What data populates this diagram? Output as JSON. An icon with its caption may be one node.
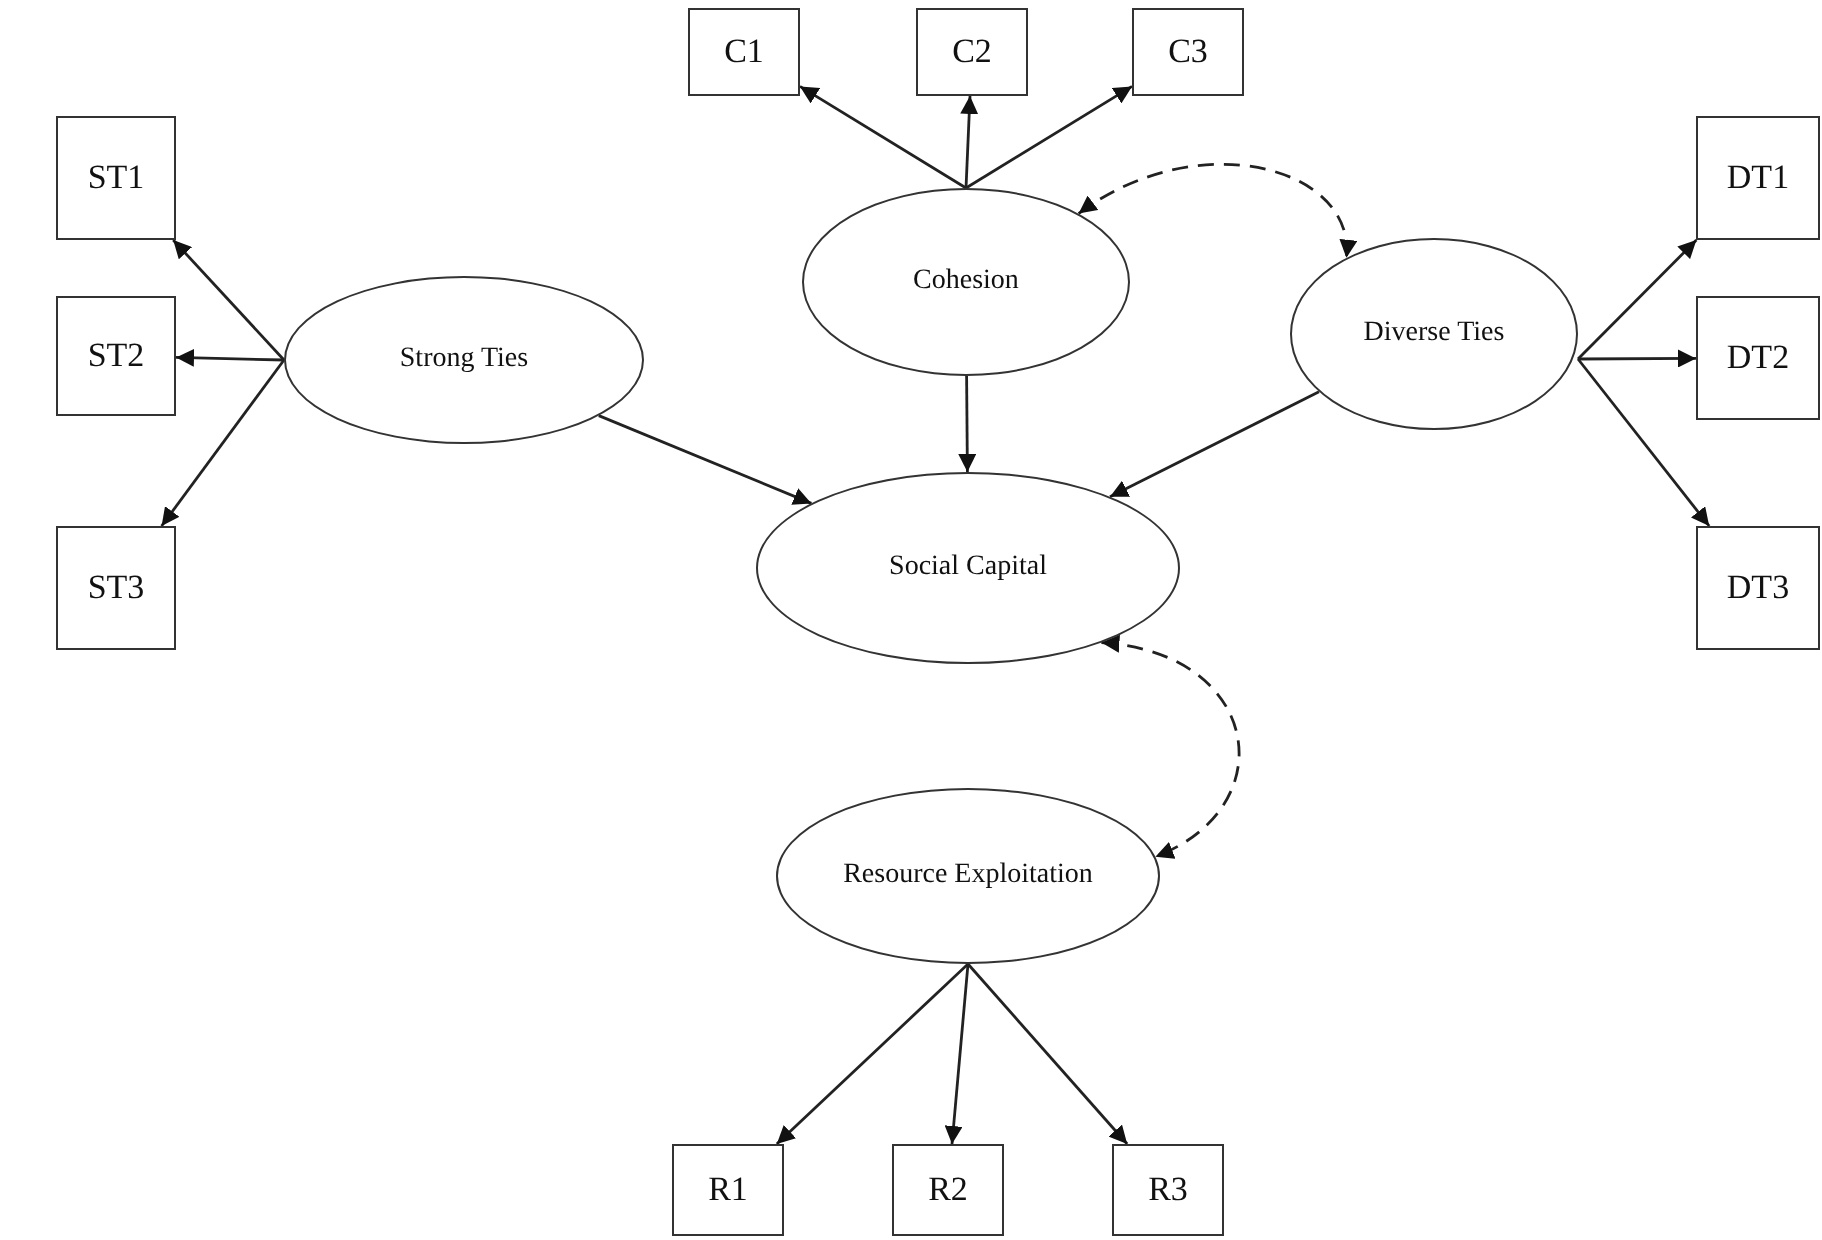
{
  "diagram": {
    "nodes": [
      {
        "text": [
          "C1"
        ]
      },
      {
        "text": [
          "C2"
        ]
      },
      {
        "text": [
          "C3"
        ]
      },
      {
        "text": [
          "ST1"
        ]
      },
      {
        "text": [
          "Cohesion"
        ]
      },
      {
        "text": [
          "DT1"
        ]
      },
      {
        "text": [
          "Strong Ties"
        ]
      },
      {
        "text": [
          "ST2"
        ]
      },
      {
        "text": [
          "Diverse Ties"
        ]
      },
      {
        "text": [
          "DT2"
        ]
      },
      {
        "text": [
          "Social Capital"
        ]
      },
      {
        "text": [
          "ST3"
        ]
      },
      {
        "text": [
          "DT3"
        ]
      },
      {
        "text": [
          "Resource Exploitation"
        ]
      },
      {
        "text": [
          "R1"
        ]
      },
      {
        "text": [
          "R2"
        ]
      },
      {
        "text": [
          "R3"
        ]
      }
    ],
    "edges": [
      {
        "from": 6,
        "to": 3,
        "arrow": "to"
      },
      {
        "from": 6,
        "to": 7,
        "arrow": "to"
      },
      {
        "from": 6,
        "to": 11,
        "arrow": "to"
      },
      {
        "from": 4,
        "to": 0,
        "arrow": "to"
      },
      {
        "from": 4,
        "to": 1,
        "arrow": "to"
      },
      {
        "from": 4,
        "to": 2,
        "arrow": "to"
      },
      {
        "from": 8,
        "to": 5,
        "arrow": "to"
      },
      {
        "from": 8,
        "to": 9,
        "arrow": "to"
      },
      {
        "from": 8,
        "to": 12,
        "arrow": "to"
      },
      {
        "from": 13,
        "to": 14,
        "arrow": "to"
      },
      {
        "from": 13,
        "to": 15,
        "arrow": "to"
      },
      {
        "from": 13,
        "to": 16,
        "arrow": "to"
      },
      {
        "from": 6,
        "to": 10,
        "arrow": "to"
      },
      {
        "from": 4,
        "to": 10,
        "arrow": "to"
      },
      {
        "from": 8,
        "to": 10,
        "arrow": "to"
      },
      {
        "from": 4,
        "to": 8,
        "arrow": "both",
        "style": "dashed"
      },
      {
        "from": 10,
        "to": 13,
        "arrow": "both",
        "style": "dashed"
      }
    ]
  }
}
